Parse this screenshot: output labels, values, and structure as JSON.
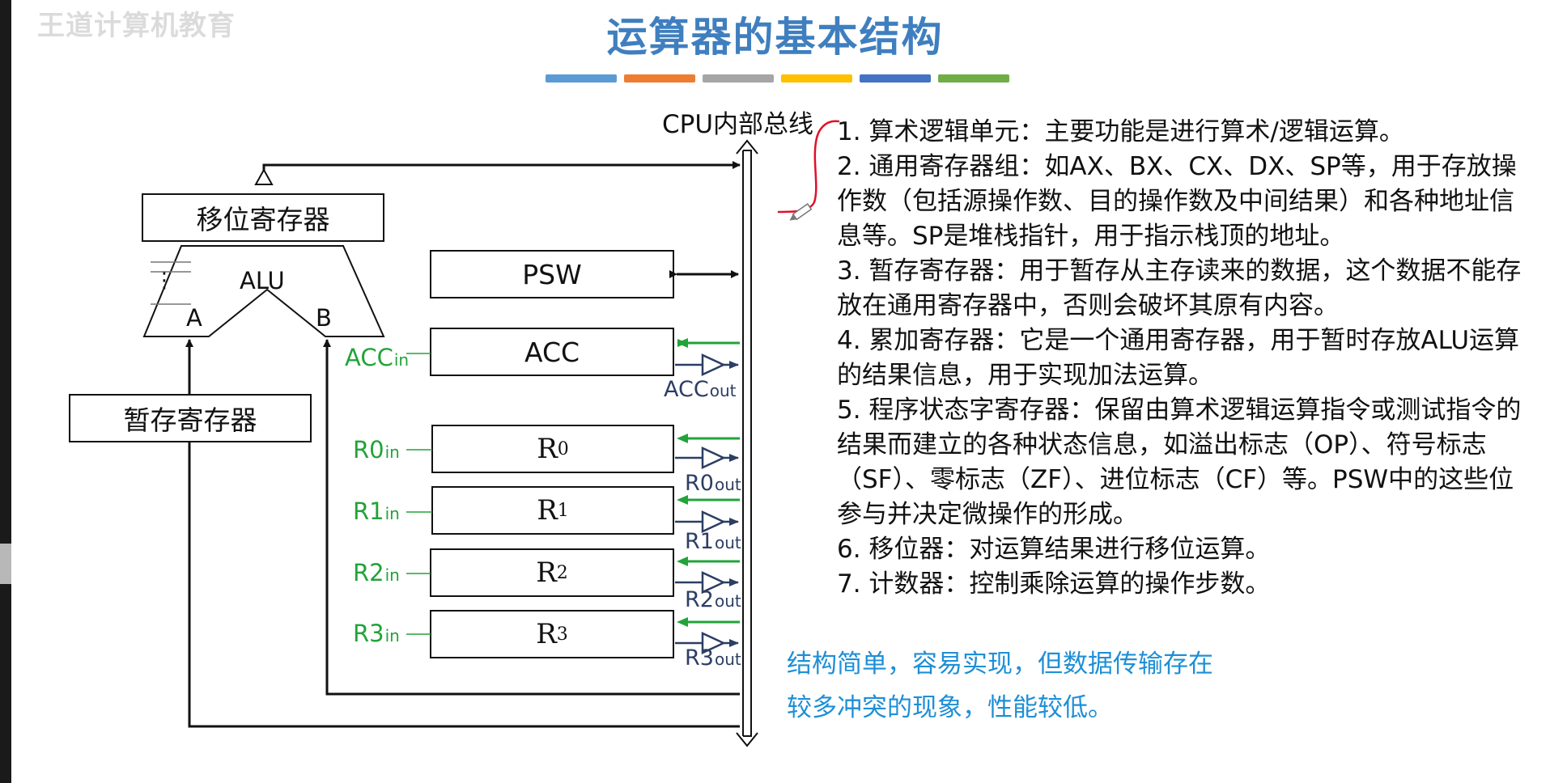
{
  "watermark": "王道计算机教育",
  "title": "运算器的基本结构",
  "title_bar_colors": [
    "#5b9bd5",
    "#ed7d31",
    "#a5a5a5",
    "#ffc000",
    "#4472c4",
    "#70ad47"
  ],
  "bus": {
    "label": "CPU内部总线"
  },
  "blocks": {
    "shifter": "移位寄存器",
    "alu": {
      "label": "ALU",
      "input_a": "A",
      "input_b": "B",
      "dots": "⋮"
    },
    "temp": "暂存寄存器",
    "psw": "PSW",
    "acc": "ACC",
    "r0": {
      "base": "R",
      "sub": "0"
    },
    "r1": {
      "base": "R",
      "sub": "1"
    },
    "r2": {
      "base": "R",
      "sub": "2"
    },
    "r3": {
      "base": "R",
      "sub": "3"
    }
  },
  "signals": {
    "acc_in": {
      "base": "ACC",
      "sub": "in"
    },
    "acc_out": {
      "base": "ACC",
      "sub": "out"
    },
    "r0_in": {
      "base": "R0",
      "sub": "in"
    },
    "r0_out": {
      "base": "R0",
      "sub": "out"
    },
    "r1_in": {
      "base": "R1",
      "sub": "in"
    },
    "r1_out": {
      "base": "R1",
      "sub": "out"
    },
    "r2_in": {
      "base": "R2",
      "sub": "in"
    },
    "r2_out": {
      "base": "R2",
      "sub": "out"
    },
    "r3_in": {
      "base": "R3",
      "sub": "in"
    },
    "r3_out": {
      "base": "R3",
      "sub": "out"
    }
  },
  "colors": {
    "title": "#3f7fbf",
    "in_signal": "#22a33a",
    "out_signal": "#2c3e63",
    "summary": "#1e8fd6",
    "annotation": "#e0102a"
  },
  "notes": [
    "1. 算术逻辑单元：主要功能是进行算术/逻辑运算。",
    "2. 通用寄存器组：如AX、BX、CX、DX、SP等，用于存放操作数（包括源操作数、目的操作数及中间结果）和各种地址信息等。SP是堆栈指针，用于指示栈顶的地址。",
    "3. 暂存寄存器：用于暂存从主存读来的数据，这个数据不能存放在通用寄存器中，否则会破坏其原有内容。",
    "4. 累加寄存器：它是一个通用寄存器，用于暂时存放ALU运算的结果信息，用于实现加法运算。",
    "5. 程序状态字寄存器：保留由算术逻辑运算指令或测试指令的结果而建立的各种状态信息，如溢出标志（OP）、符号标志（SF）、零标志（ZF）、进位标志（CF）等。PSW中的这些位参与并决定微操作的形成。",
    "6. 移位器：对运算结果进行移位运算。",
    "7. 计数器：控制乘除运算的操作步数。"
  ],
  "summary": [
    "结构简单，容易实现，但数据传输存在",
    "较多冲突的现象，性能较低。"
  ]
}
